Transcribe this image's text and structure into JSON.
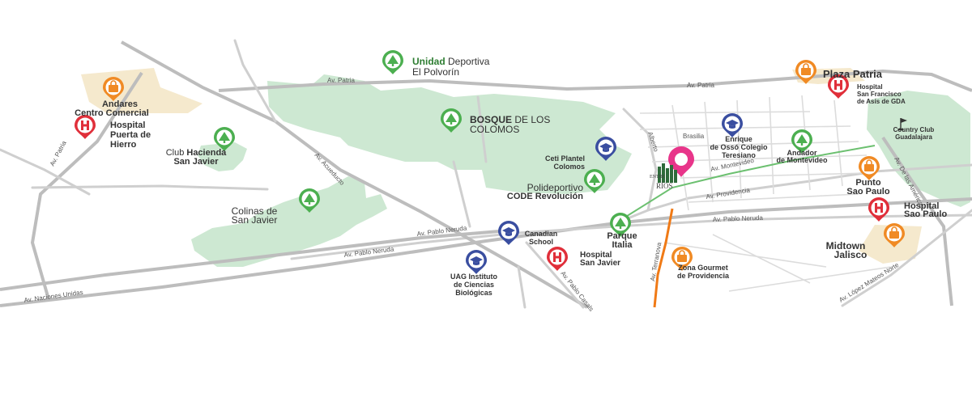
{
  "roads": {
    "patria_w": "Av. Patria",
    "patria_e": "Av. Patria",
    "acueducto": "Av. Acueducto",
    "naciones_unidas": "Av. Naciones Unidas",
    "pablo_neruda_1": "Av. Pablo Neruda",
    "pablo_neruda_2": "Av. Pablo Neruda",
    "pablo_neruda_3": "Av. Pablo Neruda",
    "pablo_casals": "Av. Pablo Casals",
    "providencia": "Av. Providencia",
    "montevideo": "Av. Montevideo",
    "terranova": "Av. Terranova",
    "americas": "Av. De las Américas",
    "lopez_mateos": "Av. López Mateos Norte",
    "brasilia": "Brasilia",
    "alberto": "Alberto",
    "patria_far_w": "Av. Patria"
  },
  "pois": {
    "unidad": {
      "bold": "Unidad",
      "rest": " Deportiva",
      "line2": "El Polvorín"
    },
    "andares": {
      "line1": "Andares",
      "line2": "Centro Comercial"
    },
    "hospital_pdh": {
      "line1": "Hospital",
      "line2": "Puerta de",
      "line3": "Hierro"
    },
    "club_hacienda": {
      "plain": "Club ",
      "bold": "Hacienda",
      "line2": "San Javier"
    },
    "bosque": {
      "bold": "BOSQUE",
      "rest": " DE LOS",
      "line2": "COLOMOS"
    },
    "ceti": {
      "line1": "Ceti Plantel",
      "line2": "Colomos"
    },
    "polideportivo": {
      "line1": "Polideportivo",
      "line2": "CODE Revolución"
    },
    "colinas": {
      "line1": "Colinas de",
      "line2": "San Javier"
    },
    "canadian": {
      "line1": "Canadian",
      "line2": "School"
    },
    "parque_italia": {
      "line1": "Parque",
      "line2": "Italia"
    },
    "uag": {
      "line1": "UAG Instituto",
      "line2": "de Ciencias",
      "line3": "Biológicas"
    },
    "hospital_sj": {
      "line1": "Hospital",
      "line2": "San Javier"
    },
    "zona_gourmet": {
      "line1": "Zona Gourmet",
      "line2": "de Providencia"
    },
    "enrique": {
      "line1": "Enrique",
      "line2": "de Ossó Colegio",
      "line3": "Teresiano"
    },
    "andador": {
      "line1": "Andador",
      "line2": "de Montevideo"
    },
    "plaza_patria": {
      "line1": "Plaza Patria"
    },
    "hospital_sf": {
      "line1": "Hospital",
      "line2": "San Francisco",
      "line3": "de Asís de GDA"
    },
    "country": {
      "line1": "Country Club",
      "line2": "Guadalajara"
    },
    "punto_sp": {
      "line1": "Punto",
      "line2": "Sao Paulo"
    },
    "hospital_sp": {
      "line1": "Hospital",
      "line2": "Sao Paulo"
    },
    "midtown": {
      "line1": "Midtown",
      "line2": "Jalisco"
    }
  },
  "logo": {
    "line1": "ENTRE",
    "line2": "RÍOS"
  },
  "colors": {
    "green": "#4caf50",
    "blue": "#3a4ea0",
    "red": "#e02f3a",
    "orange": "#f08a24",
    "pink": "#e8358a",
    "park": "#cde8d2",
    "zone": "#f5e9cd"
  },
  "icons": {
    "green": "tree-icon",
    "blue": "graduation-cap-icon",
    "red": "hospital-icon",
    "orange": "shopping-bag-icon",
    "pink": "location-pin-icon",
    "golf": "golf-flag-icon"
  }
}
